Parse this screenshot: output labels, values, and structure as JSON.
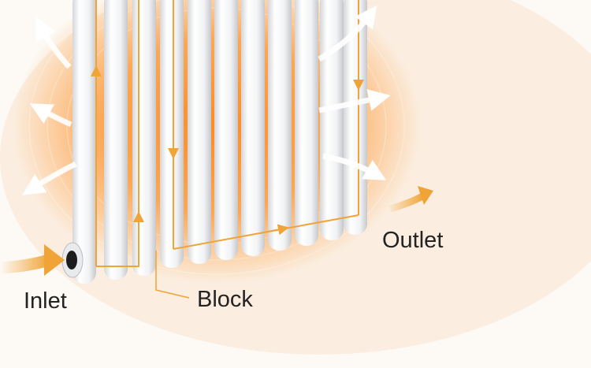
{
  "labels": {
    "inlet": "Inlet",
    "block": "Block",
    "outlet": "Outlet"
  },
  "colors": {
    "background": "#fdfaf6",
    "halo": "#fbeee0",
    "heat": "#fd8a22",
    "flow_arrow": "#f0a437",
    "radiator": "#f4f5f7",
    "heat_arrow": "#ffffff",
    "text": "#232323"
  },
  "icons": {
    "heat_arrows": "curved-arrow-icon",
    "flow": "arrow-icon",
    "inlet_cap": "pipe-inlet-icon"
  }
}
